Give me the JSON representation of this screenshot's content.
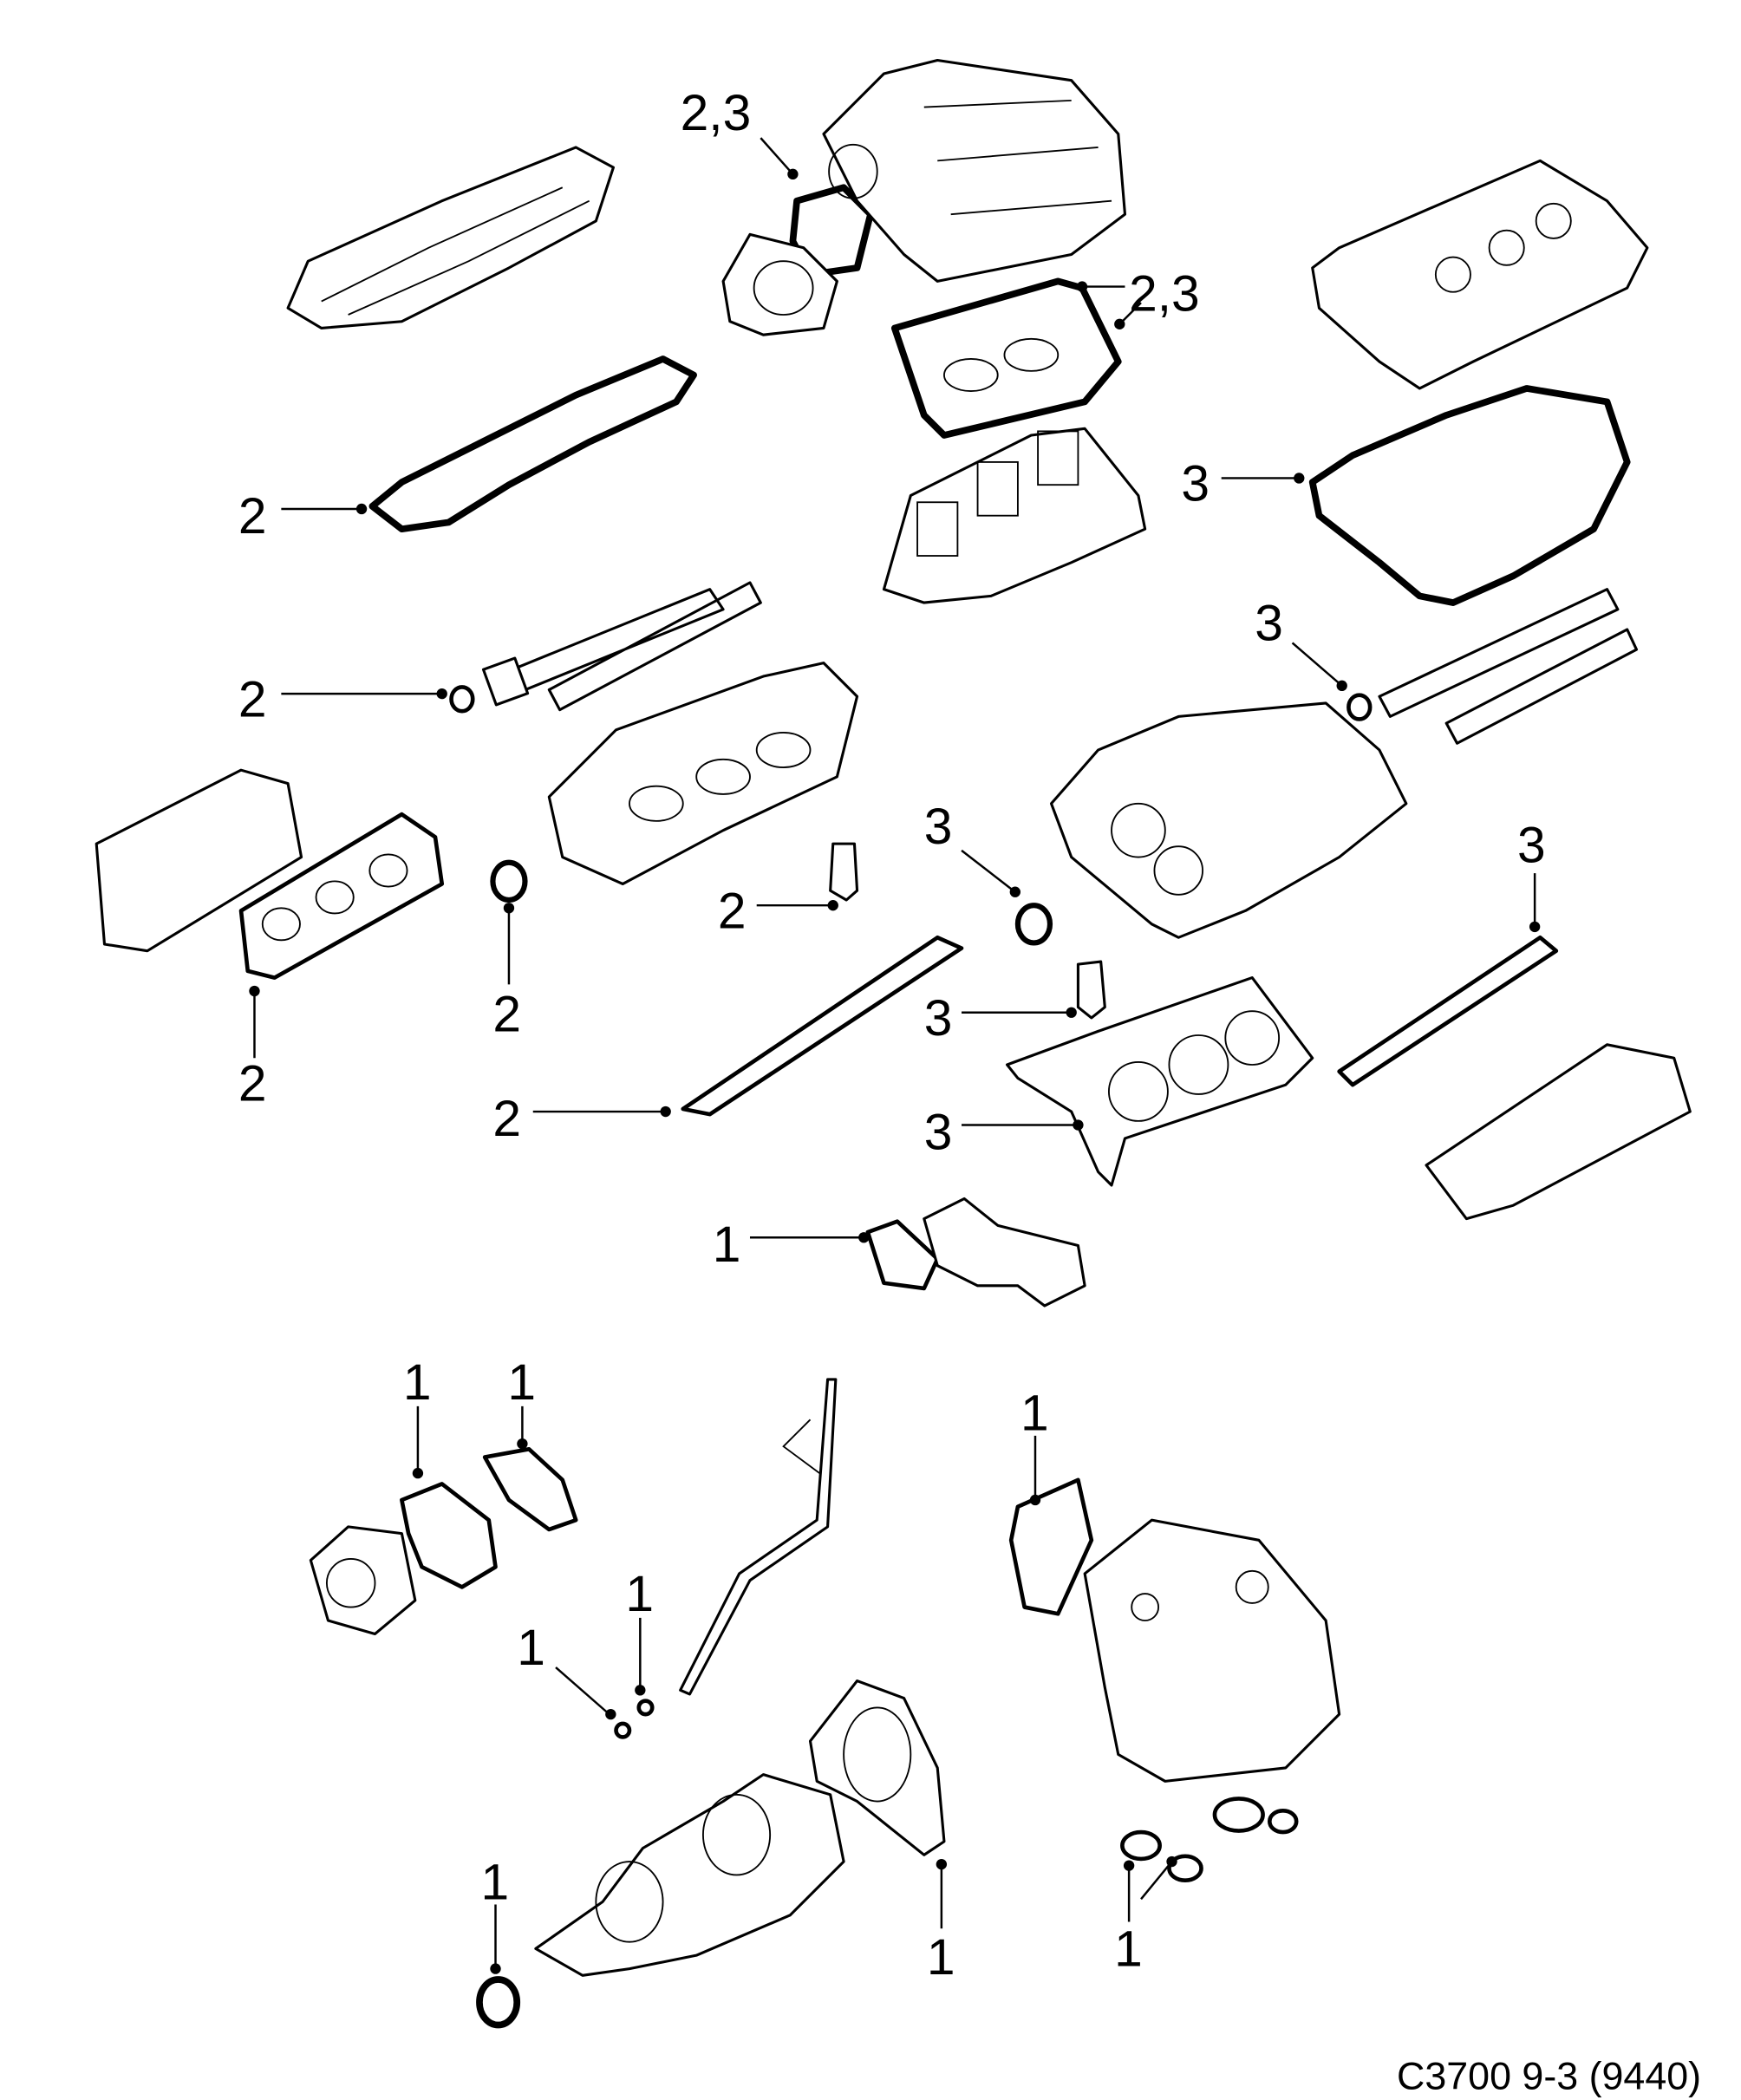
{
  "caption": "C3700 9-3 (9440)",
  "callouts": [
    {
      "label": "2,3"
    },
    {
      "label": "2,3"
    },
    {
      "label": "2"
    },
    {
      "label": "3"
    },
    {
      "label": "3"
    },
    {
      "label": "2"
    },
    {
      "label": "2"
    },
    {
      "label": "2"
    },
    {
      "label": "2"
    },
    {
      "label": "3"
    },
    {
      "label": "3"
    },
    {
      "label": "3"
    },
    {
      "label": "2"
    },
    {
      "label": "3"
    },
    {
      "label": "1"
    },
    {
      "label": "1"
    },
    {
      "label": "1"
    },
    {
      "label": "1"
    },
    {
      "label": "1"
    },
    {
      "label": "1"
    },
    {
      "label": "1"
    },
    {
      "label": "1"
    },
    {
      "label": "1"
    }
  ]
}
